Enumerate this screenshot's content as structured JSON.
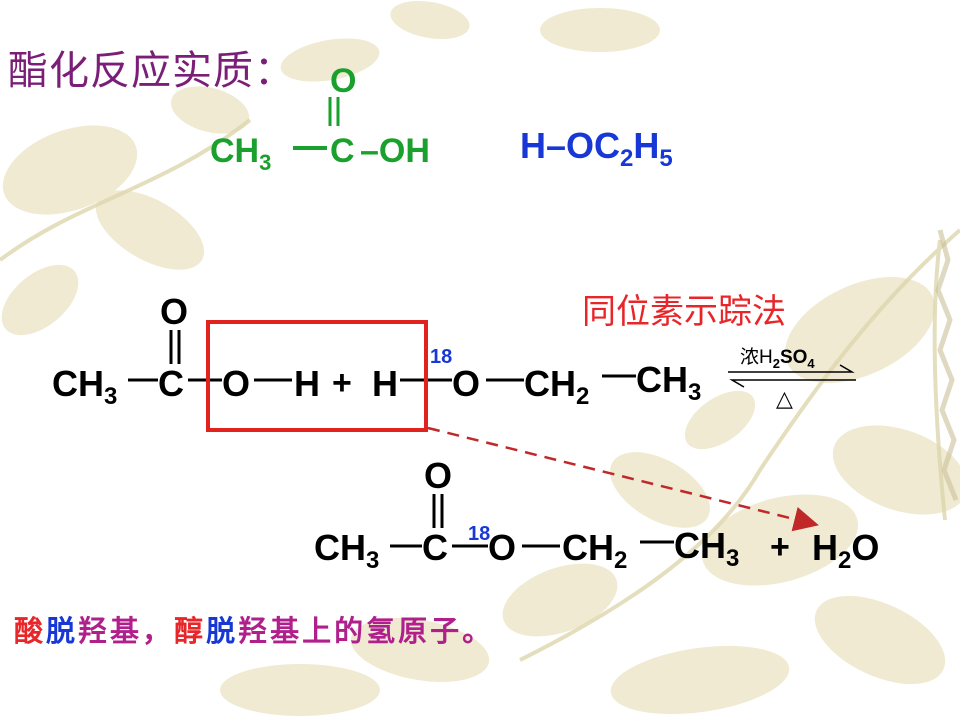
{
  "colors": {
    "title": "#7a1e78",
    "green": "#1aa02c",
    "blue": "#1838d6",
    "black": "#000000",
    "red": "#e8262a",
    "red_box": "#e0231f",
    "arrow": "#c0282a",
    "caption_red": "#e8262a",
    "caption_blue": "#1838d6",
    "caption_magenta": "#b0208c"
  },
  "title": "酯化反应实质：",
  "isotope_label": "同位素示踪法",
  "acid_structure": {
    "ch3": "CH",
    "ch3_sub": "3",
    "carbon": "C",
    "o_top": "O",
    "oh": "–OH"
  },
  "alcohol_structure": {
    "h": "H–OC",
    "sub1": "2",
    "h2": "H",
    "sub2": "5"
  },
  "reaction": {
    "o_top": "O",
    "ch3": "CH",
    "ch3_sub": "3",
    "carbon": "C",
    "o": "O",
    "h": "H",
    "plus": "+",
    "h2": "H",
    "isotope": "18",
    "o2": "O",
    "ch2": "CH",
    "ch2_sub": "2",
    "ch3b": "CH",
    "ch3b_sub": "3",
    "catalyst": "浓H",
    "catalyst_sub1": "2",
    "catalyst_mid": "SO",
    "catalyst_sub2": "4",
    "heat": "△"
  },
  "product": {
    "o_top": "O",
    "ch3": "CH",
    "ch3_sub": "3",
    "carbon": "C",
    "isotope": "18",
    "o": "O",
    "ch2": "CH",
    "ch2_sub": "2",
    "ch3b": "CH",
    "ch3b_sub": "3",
    "plus": "+",
    "water_h": "H",
    "water_sub": "2",
    "water_o": "O"
  },
  "caption": {
    "part1": "酸",
    "part2": "脱",
    "part3": "羟基，",
    "part4": "醇",
    "part5": "脱",
    "part6": "羟基上的氢原子。"
  }
}
